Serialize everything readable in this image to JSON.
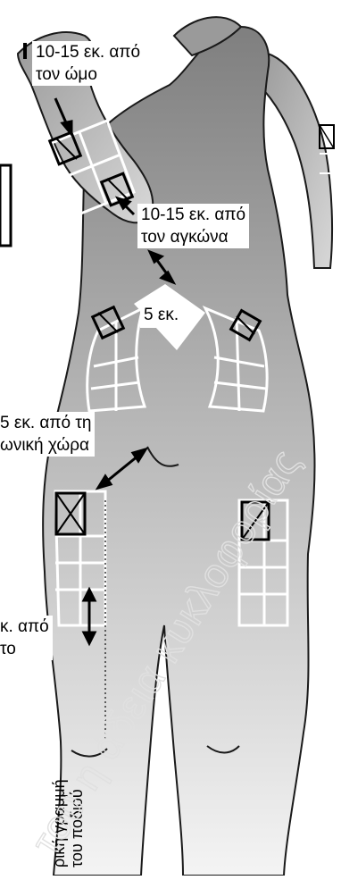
{
  "labels": {
    "shoulder": [
      "10-15 εκ. από",
      "τον ώμο"
    ],
    "elbow": [
      "10-15 εκ. από",
      "τον αγκώνα"
    ],
    "navel": "5 εκ.",
    "groin": [
      "5 εκ. από τη",
      "ωνική χώρα"
    ],
    "knee": [
      "κ. από",
      "το"
    ],
    "midline": [
      "ρική γραμμή",
      "του ποδιού"
    ]
  },
  "watermark": "του η άδεια κυκλοφορίας",
  "colors": {
    "outline": "#1a1a1a",
    "body_dark": "#8c8c8c",
    "body_light": "#f2f2f2",
    "grid": "#ffffff",
    "watermark": "#e6e6e6"
  }
}
